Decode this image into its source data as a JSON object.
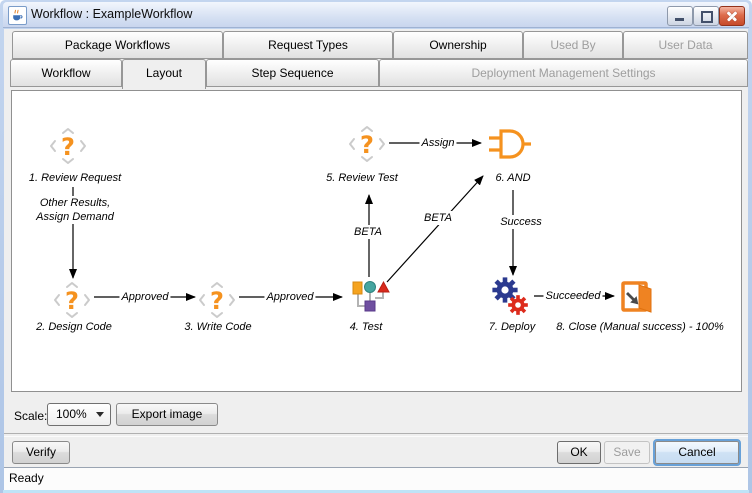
{
  "window": {
    "title": "Workflow : ExampleWorkflow",
    "controls": [
      "minimize-icon",
      "maximize-icon",
      "close-icon"
    ]
  },
  "tabs_row1": [
    {
      "label": "Package Workflows",
      "enabled": true
    },
    {
      "label": "Request Types",
      "enabled": true
    },
    {
      "label": "Ownership",
      "enabled": true
    },
    {
      "label": "Used By",
      "enabled": false
    },
    {
      "label": "User Data",
      "enabled": false
    }
  ],
  "tabs_row2": [
    {
      "label": "Workflow",
      "enabled": true,
      "selected": false
    },
    {
      "label": "Layout",
      "enabled": true,
      "selected": true
    },
    {
      "label": "Step Sequence",
      "enabled": true,
      "selected": false
    },
    {
      "label": "Deployment Management Settings",
      "enabled": false,
      "selected": false
    }
  ],
  "diagram": {
    "nodes": [
      {
        "label": "1. Review Request",
        "icon": "question-step-icon"
      },
      {
        "label": "2. Design Code",
        "icon": "question-step-icon"
      },
      {
        "label": "3. Write Code",
        "icon": "question-step-icon"
      },
      {
        "label": "4. Test",
        "icon": "workflow-test-icon"
      },
      {
        "label": "5. Review Test",
        "icon": "question-step-icon"
      },
      {
        "label": "6. AND",
        "icon": "and-gate-icon"
      },
      {
        "label": "7. Deploy",
        "icon": "gears-icon"
      },
      {
        "label": "8. Close (Manual success) - 100%",
        "icon": "exit-door-icon"
      }
    ],
    "edges": [
      {
        "from": "1. Review Request",
        "to": "2. Design Code",
        "label_line1": "Other Results,",
        "label_line2": "Assign Demand"
      },
      {
        "from": "2. Design Code",
        "to": "3. Write Code",
        "label": "Approved"
      },
      {
        "from": "3. Write Code",
        "to": "4. Test",
        "label": "Approved"
      },
      {
        "from": "4. Test",
        "to": "5. Review Test",
        "label": "BETA"
      },
      {
        "from": "5. Review Test",
        "to": "6. AND",
        "label": "Assign"
      },
      {
        "from": "4. Test",
        "to": "6. AND",
        "label": "BETA"
      },
      {
        "from": "6. AND",
        "to": "7. Deploy",
        "label": "Success"
      },
      {
        "from": "7. Deploy",
        "to": "8. Close (Manual success) - 100%",
        "label": "Succeeded"
      }
    ]
  },
  "scale_bar": {
    "label": "Scale:",
    "value": "100%",
    "export_button": "Export image"
  },
  "icons": {
    "combo_caret": "caret-down"
  },
  "footer": {
    "verify": "Verify",
    "ok": "OK",
    "save": "Save",
    "cancel": "Cancel"
  },
  "status_bar": {
    "text": "Ready"
  },
  "colors": {
    "accent_orange": "#F5921F",
    "door_orange": "#EF8322",
    "gear_blue": "#2B3A8F",
    "gear_red": "#DD2B1C",
    "test_teal": "#45A5A0",
    "test_purple": "#6F4FA0",
    "test_red": "#D92A1C",
    "focus_blue": "#68A1D8"
  }
}
